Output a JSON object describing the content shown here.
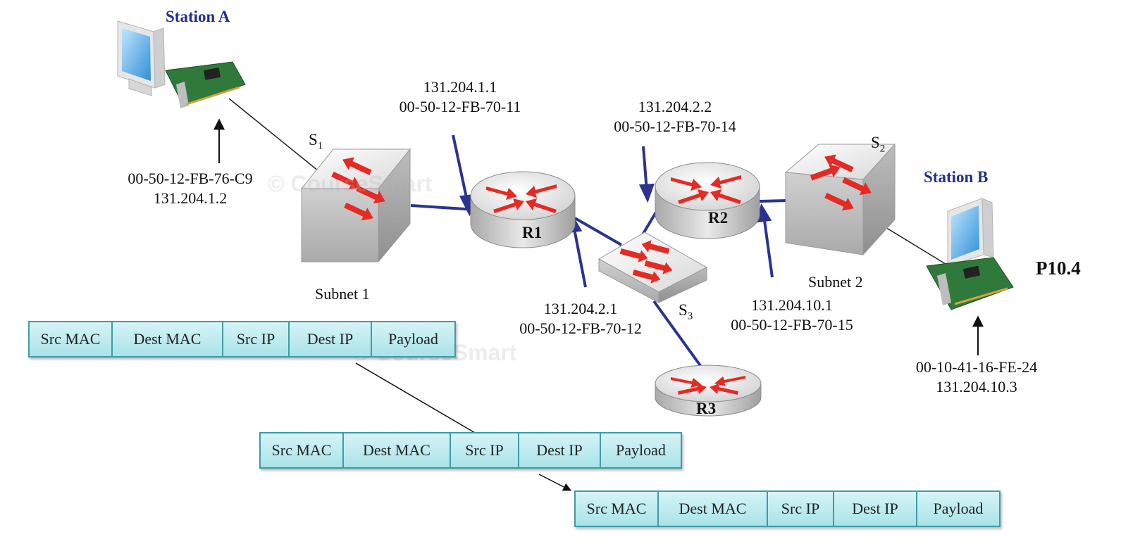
{
  "stations": {
    "a": {
      "name": "Station A",
      "mac": "00-50-12-FB-76-C9",
      "ip": "131.204.1.2"
    },
    "b": {
      "name": "Station B",
      "mac": "00-10-41-16-FE-24",
      "ip": "131.204.10.3"
    }
  },
  "switches": {
    "s1": {
      "letter": "S",
      "sub": "1"
    },
    "s2": {
      "letter": "S",
      "sub": "2"
    },
    "s3": {
      "letter": "S",
      "sub": "3"
    }
  },
  "routers": {
    "r1": "R1",
    "r2": "R2",
    "r3": "R3"
  },
  "interfaces": {
    "r1_s1": {
      "ip": "131.204.1.1",
      "mac": "00-50-12-FB-70-11"
    },
    "r1_s3": {
      "ip": "131.204.2.1",
      "mac": "00-50-12-FB-70-12"
    },
    "r2_s3": {
      "ip": "131.204.2.2",
      "mac": "00-50-12-FB-70-14"
    },
    "r2_s2": {
      "ip": "131.204.10.1",
      "mac": "00-50-12-FB-70-15"
    }
  },
  "subnets": {
    "subnet1": "Subnet 1",
    "subnet2": "Subnet 2"
  },
  "problem_label": "P10.4",
  "frame_fields": [
    "Src MAC",
    "Dest MAC",
    "Src IP",
    "Dest IP",
    "Payload"
  ],
  "watermark": "© CourseSmart",
  "colors": {
    "link": "#2b3390",
    "arrow_red": "#e52a24",
    "frame_fill": "#bdebef",
    "frame_border": "#3e9ca6",
    "station_label": "#23308a"
  }
}
